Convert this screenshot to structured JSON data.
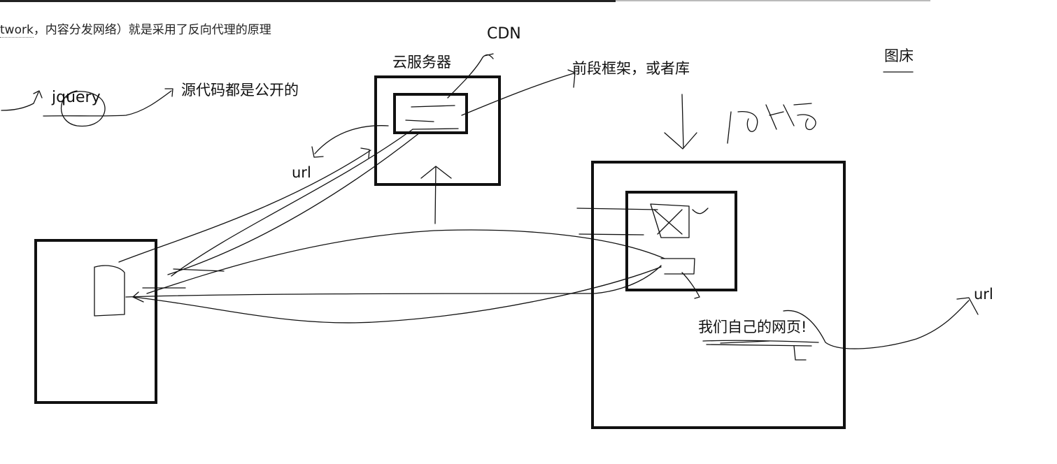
{
  "header": {
    "prefix": "twork",
    "rest": "，内容分发网络）就是采用了反向代理的原理"
  },
  "labels": {
    "cdn": "CDN",
    "cloud_server": "云服务器",
    "framework": "前段框架，或者库",
    "image_host": "图床",
    "jquery": "jquery",
    "source_public": "源代码都是公开的",
    "url_left": "url",
    "url_right": "url",
    "our_page": "我们自己的网页!"
  },
  "colors": {
    "ink": "#111111",
    "accent_bar": "#1a1a1a"
  }
}
